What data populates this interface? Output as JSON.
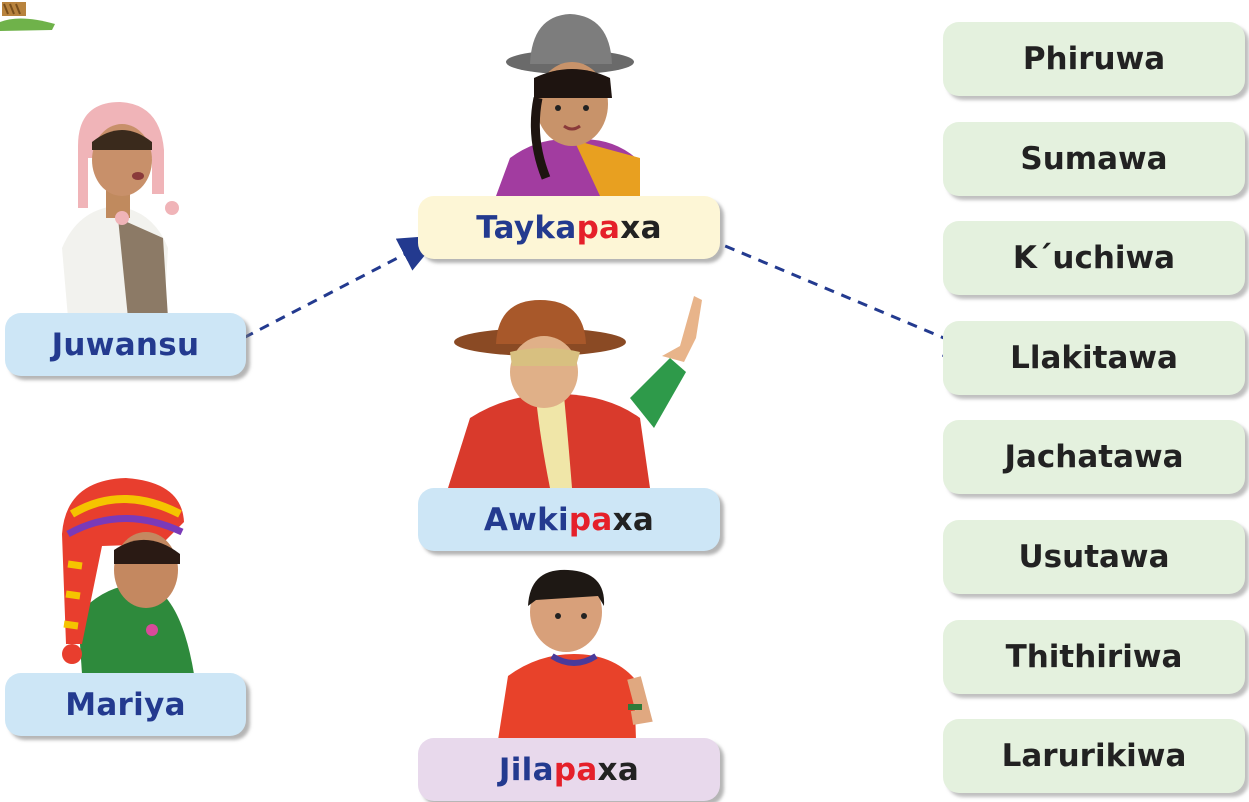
{
  "people": {
    "juwansu": "Juwansu",
    "mariya": "Mariya"
  },
  "names": {
    "taykapaxa": [
      "Tayka",
      "pa",
      "xa"
    ],
    "awkipaxa": [
      "Awki",
      "pa",
      "xa"
    ],
    "jilapaxa": [
      "Jila",
      "pa",
      "xa"
    ]
  },
  "months": [
    "Phiruwa",
    "Sumawa",
    "K´uchiwa",
    "Llakitawa",
    "Jachatawa",
    "Usutawa",
    "Thithiriwa",
    "Larurikiwa"
  ],
  "colors": {
    "name_blue": "#233a8f",
    "syllable_red": "#e5202a",
    "arrow": "#233a8f",
    "box_blue": "#cde6f6",
    "box_yellow": "#fdf6d6",
    "box_pink": "#e8d9ec",
    "box_green": "#e4f1de"
  }
}
